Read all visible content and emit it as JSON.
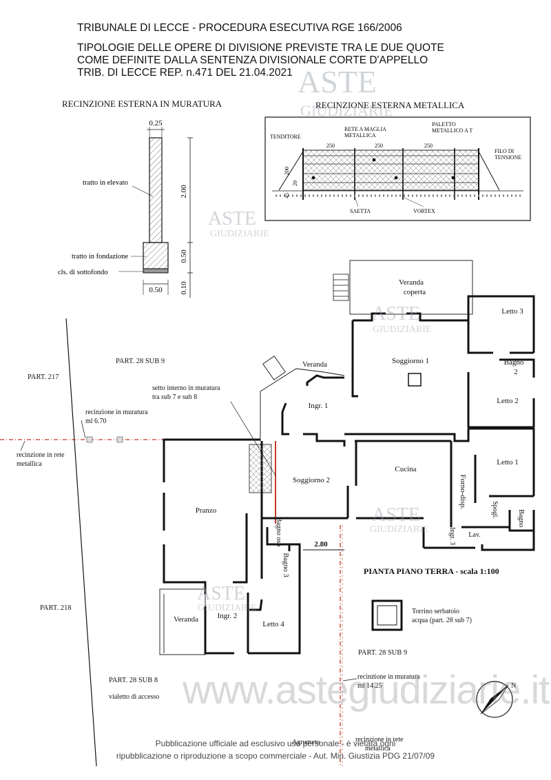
{
  "header": {
    "title": "TRIBUNALE DI LECCE - PROCEDURA ESECUTIVA RGE 166/2006",
    "line1": "TIPOLOGIE DELLE OPERE DI DIVISIONE PREVISTE TRA LE DUE QUOTE",
    "line2": "COME DEFINITE DALLA SENTENZA DIVISIONALE CORTE D'APPELLO",
    "line3": "TRIB. DI LECCE REP. n.471 DEL 21.04.2021"
  },
  "masonry_fence": {
    "title": "RECINZIONE ESTERNA IN MURATURA",
    "dim_top": "0.25",
    "dim_height": "2.00",
    "dim_foundation": "0.50",
    "dim_base": "0.10",
    "dim_bottom": "0.50",
    "label_elevation": "tratto in elevato",
    "label_foundation": "tratto in fondazione",
    "label_subfloor": "cls. di sottofondo"
  },
  "metal_fence": {
    "title": "RECINZIONE ESTERNA METALLICA",
    "tenditore": "TENDITORE",
    "rete_1": "RETE A MAGLIA",
    "rete_2": "METALLICA",
    "paletto_1": "PALETTO",
    "paletto_2": "METALLICO A T",
    "filo_1": "FILO DI",
    "filo_2": "TENSIONE",
    "span1": "250",
    "span2": "250",
    "span3": "250",
    "h200": "200",
    "h20": "20",
    "h45": "45",
    "saetta": "SAETTA",
    "vortex": "VORTEX"
  },
  "plan": {
    "veranda_coperta_1": "Veranda",
    "veranda_coperta_2": "coperta",
    "letto3": "Letto 3",
    "veranda_top": "Veranda",
    "soggiorno1": "Soggiorno 1",
    "bagno2_a": "Bagno",
    "bagno2_b": "2",
    "letto2": "Letto 2",
    "ingr1": "Ingr. 1",
    "letto1": "Letto 1",
    "cucina": "Cucina",
    "soggiorno2": "Soggiorno 2",
    "forno": "Forno-disp.",
    "spogl": "Spogl.",
    "bagno1": "Bagno 1",
    "ingr3": "Ingr. 3",
    "lav": "Lav.",
    "pranzo": "Pranzo",
    "bagno_osp": "Bagno osp",
    "bagno3": "Bagno 3",
    "dim_280": "2.80",
    "veranda_bottom": "Veranda",
    "ingr2": "Ingr. 2",
    "letto4": "Letto 4",
    "part_28_sub9_top": "PART.  28 SUB 9",
    "part_217": "PART.  217",
    "setto_1": "setto interno in muratura",
    "setto_2": "tra sub 7 e sub 8",
    "rec_mur_1": "recinzione in muratura",
    "rec_mur_2": "ml 6.70",
    "rec_rete_1": "recinzione in rete",
    "rec_rete_2": "metallica",
    "part_218": "PART.  218",
    "pianta": "PIANTA PIANO TERRA - scala 1:100",
    "torrino_1": "Torrino serbatoio",
    "torrino_2": "acqua (part. 28 sub 7)",
    "part_28_sub9_bottom": "PART.  28 SUB 9",
    "rec_mur_b1": "recinzione in muratura",
    "rec_mur_b2": "ml 14.25",
    "part_28_sub8": "PART.  28 SUB 8",
    "vialetto": "vialetto di accesso",
    "agrumeto": "Agrumeto",
    "rec_rete_b1": "recinzione in rete",
    "rec_rete_b2": "metallica",
    "north": "N"
  },
  "watermark": {
    "aste": "ASTE",
    "giudiziarie": "GIUDIZIARIE",
    "url": "www.astegiudiziarie.it"
  },
  "footer": {
    "line1": "Pubblicazione ufficiale ad esclusivo uso personale - è vietata ogni",
    "line2": "ripubblicazione o riproduzione a scopo commerciale - Aut. Min. Giustizia PDG 21/07/09"
  },
  "colors": {
    "ink": "#111111",
    "fence_red": "#c0392b",
    "watermark": "#9aa3ad"
  }
}
